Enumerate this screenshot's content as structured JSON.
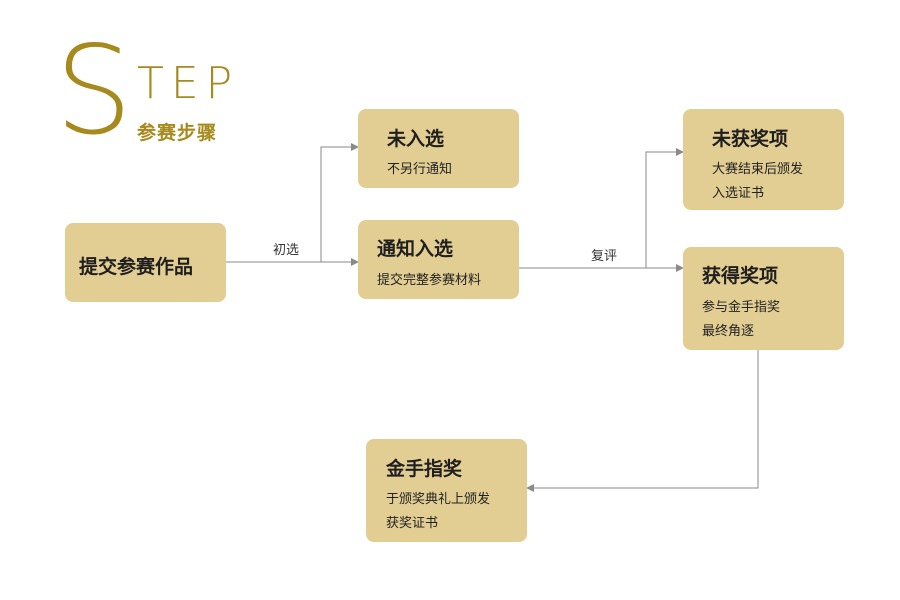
{
  "header": {
    "big_letter": "S",
    "rest_letters": "TEP",
    "subtitle": "参赛步骤"
  },
  "colors": {
    "accent": "#a78a1e",
    "box_fill": "#e2cd93",
    "line": "#8a8a8a"
  },
  "nodes": {
    "submit": {
      "title": "提交参赛作品"
    },
    "not_selected": {
      "title": "未入选",
      "lines": [
        "不另行通知"
      ]
    },
    "selected": {
      "title": "通知入选",
      "lines": [
        "提交完整参赛材料"
      ]
    },
    "no_award": {
      "title": "未获奖项",
      "lines": [
        "大赛结束后颁发",
        "入选证书"
      ]
    },
    "award": {
      "title": "获得奖项",
      "lines": [
        "参与金手指奖",
        "最终角逐"
      ]
    },
    "golden": {
      "title": "金手指奖",
      "lines": [
        "于颁奖典礼上颁发",
        "获奖证书"
      ]
    }
  },
  "edges": {
    "first_round": "初选",
    "second_round": "复评"
  }
}
